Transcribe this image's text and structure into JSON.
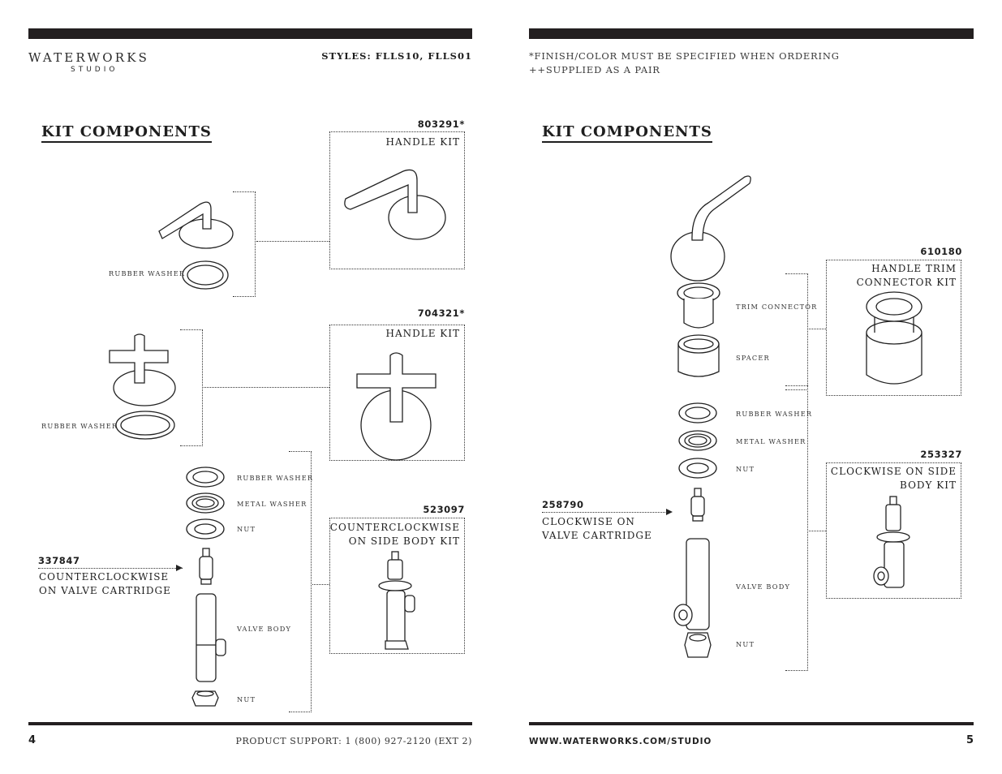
{
  "left_page": {
    "logo": {
      "main": "WATERWORKS",
      "sub": "STUDIO"
    },
    "styles": "STYLES: FLLS10, FLLS01",
    "heading": "KIT COMPONENTS",
    "kits": [
      {
        "code": "803291*",
        "name": "HANDLE KIT"
      },
      {
        "code": "704321*",
        "name": "HANDLE KIT"
      },
      {
        "code": "523097",
        "name_line1": "COUNTERCLOCKWISE",
        "name_line2": "ON SIDE BODY KIT"
      }
    ],
    "cartridge": {
      "code": "337847",
      "line1": "COUNTERCLOCKWISE",
      "line2": "ON VALVE CARTRIDGE"
    },
    "labels": {
      "rubber_washer_1": "RUBBER WASHER",
      "rubber_washer_2": "RUBBER WASHER",
      "rubber_washer_3": "RUBBER WASHER",
      "metal_washer": "METAL WASHER",
      "nut_1": "NUT",
      "valve_body": "VALVE BODY",
      "nut_2": "NUT"
    },
    "page_number": "4",
    "support": "PRODUCT SUPPORT: 1 (800) 927-2120 (EXT 2)"
  },
  "right_page": {
    "notes": [
      "*FINISH/COLOR MUST BE SPECIFIED WHEN ORDERING",
      "++SUPPLIED AS A PAIR"
    ],
    "heading": "KIT COMPONENTS",
    "kits": [
      {
        "code": "610180",
        "name_line1": "HANDLE TRIM",
        "name_line2": "CONNECTOR KIT"
      },
      {
        "code": "253327",
        "name_line1": "CLOCKWISE ON SIDE",
        "name_line2": "BODY KIT"
      }
    ],
    "cartridge": {
      "code": "258790",
      "line1": "CLOCKWISE ON",
      "line2": "VALVE CARTRIDGE"
    },
    "labels": {
      "trim_connector": "TRIM CONNECTOR",
      "spacer": "SPACER",
      "rubber_washer": "RUBBER WASHER",
      "metal_washer": "METAL WASHER",
      "nut_1": "NUT",
      "valve_body": "VALVE BODY",
      "nut_2": "NUT"
    },
    "website": "WWW.WATERWORKS.COM/STUDIO",
    "page_number": "5"
  }
}
